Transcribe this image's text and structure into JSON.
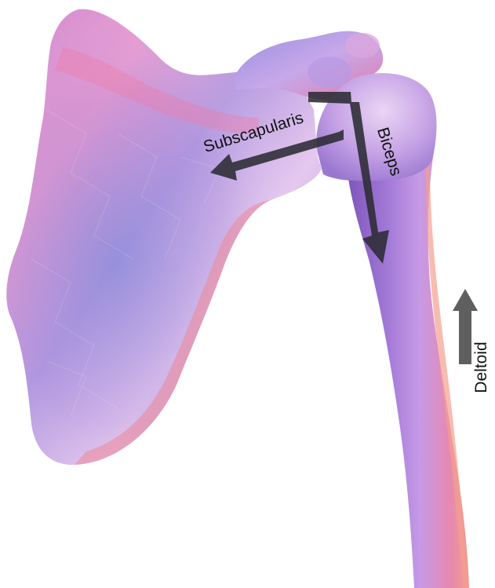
{
  "labels": {
    "subscapularis": "Subscapularis",
    "biceps": "Biceps",
    "deltoid": "Deltoid"
  },
  "colors": {
    "background": "#ffffff",
    "bone_light": "#e4c9f0",
    "bone_mid": "#c58ad8",
    "bone_pink": "#e86f9a",
    "bone_blue": "#8b86d8",
    "bone_dark": "#7b54b8",
    "arrow_dark": "#2b2b33",
    "arrow_gray": "#5f5f5f"
  }
}
